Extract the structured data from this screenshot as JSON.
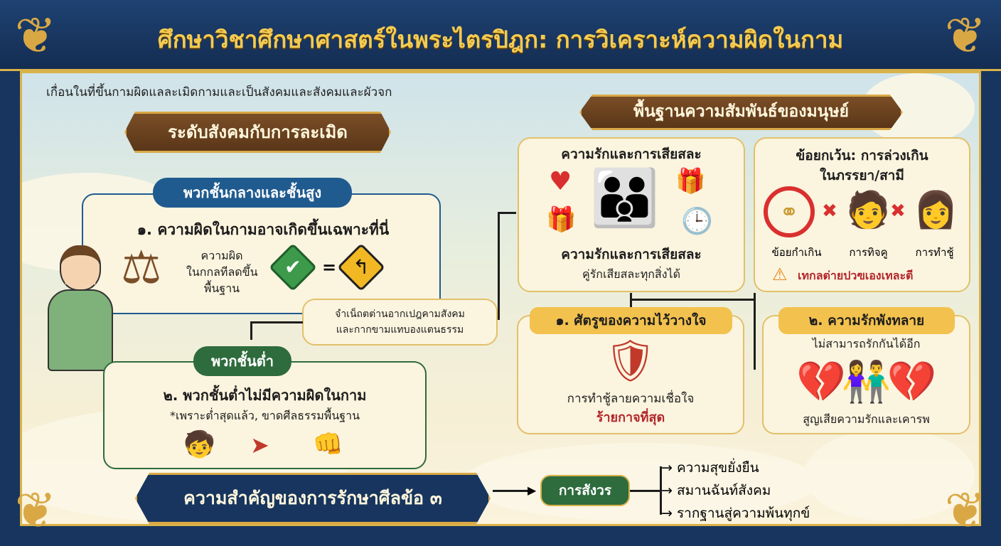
{
  "title": "ศึกษาวิชาศึกษาศาสตร์ในพระไตรปิฎก: การวิเคราะห์ความผิดในกาม",
  "subtitle": "เกื่อนในที่ขึ้นกามผิดแลละเมิดกามและเป็นสังคมและสังคมและผัวจก",
  "left": {
    "ribbon": "ระดับสังคมกับการละเมิด",
    "upper": {
      "pill": "พวกชั้นกลางและชั้นสูง",
      "heading": "๑. ความผิดในกามอาจเกิดขึ้นเฉพาะที่นี่",
      "scale_text": [
        "ความผิด",
        "ในกกลทีลดขึ้น",
        "พื้นฐาน"
      ],
      "equals": "="
    },
    "note": [
      "จำเน็ถตต่านอากเปฎคามสังคม",
      "และกากขามแทบองแตนธรรม"
    ],
    "lower": {
      "pill": "พวกชั้นต่ำ",
      "heading": "๒. พวกชั้นต่ำไม่มีความผิดในกาม",
      "sub": "*เพราะต่ำสุดแล้ว, ขาดศีลธรรมพื้นฐาน"
    }
  },
  "right": {
    "ribbon": "พื้นฐานความสัมพันธ์ของมนุษย์",
    "love": {
      "title": "ความรักและการเสียสละ",
      "caption": "ความรักและการเสียสละ",
      "sub": "คู่รักเสียสละทุกสิ่งได้"
    },
    "exception": {
      "title1": "ข้อยกเว้น: การล่วงเกิน",
      "title2": "ในภรรยา/สามี",
      "labels": [
        "ข้อยกำเกิน",
        "การทิจคู",
        "การทำชู้"
      ],
      "warning": "เทกลต่ายปวฃเองเทละตี"
    },
    "trust": {
      "pill": "๑. ศัตรูของความไว้วางใจ",
      "text": "การทำชู้ลายความเชื่อใจ",
      "emph": "ร้ายกาจที่สุด"
    },
    "broken": {
      "pill": "๒. ความรักพังทลาย",
      "text": "ไม่สามารถรักกันได้อีก",
      "caption": "สูญเสียความรักและเคารพ"
    }
  },
  "bottom": {
    "banner": "ความสำคัญของการรักษาศีลข้อ ๓",
    "pill": "การสังวร",
    "results": [
      "ความสุขยั่งยืน",
      "สมานฉันท์สังคม",
      "รากฐานสู่ความพ้นทุกข์"
    ]
  },
  "colors": {
    "navy": "#17355e",
    "gold": "#f5cb4f",
    "brown": "#6b4423",
    "blue": "#1f5b8f",
    "green": "#2e6b3d",
    "red": "#b3262b"
  }
}
